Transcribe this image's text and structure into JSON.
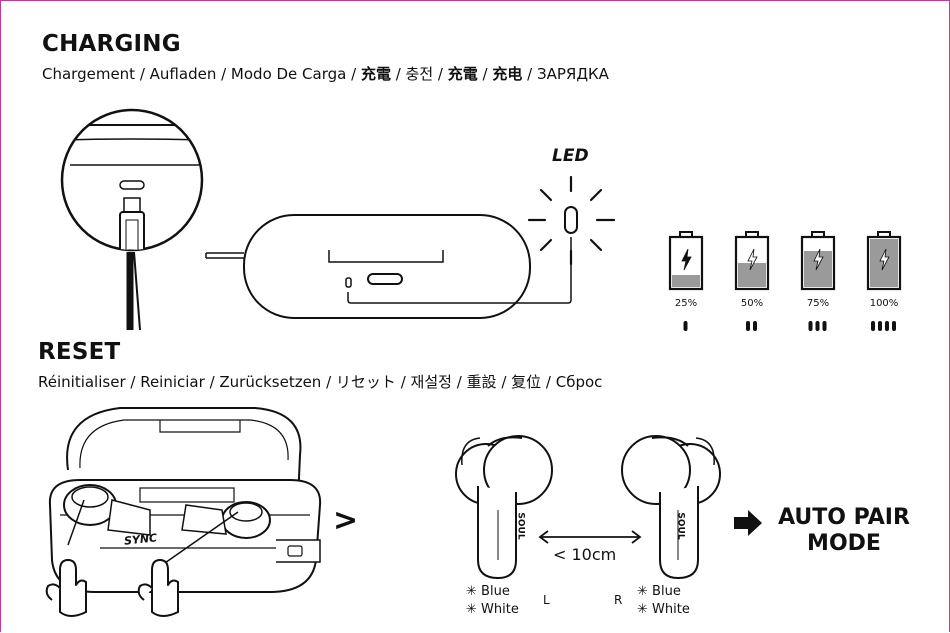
{
  "charging": {
    "title": "CHARGING",
    "languages": [
      "Chargement",
      "Aufladen",
      "Modo De Carga",
      "充電",
      "충전",
      "充電",
      "充电",
      "ЗАРЯДКА"
    ],
    "led_label": "LED",
    "battery_levels": [
      {
        "label": "25%",
        "level": 0.25,
        "dots": 1
      },
      {
        "label": "50%",
        "level": 0.5,
        "dots": 2
      },
      {
        "label": "75%",
        "level": 0.75,
        "dots": 3
      },
      {
        "label": "100%",
        "level": 1.0,
        "dots": 4
      }
    ]
  },
  "reset": {
    "title": "RESET",
    "languages": [
      "Réinitialiser",
      "Reiniciar",
      "Zurücksetzen",
      "リセット",
      "재설정",
      "重設",
      "复位",
      "Сброс"
    ],
    "case_brand": "SYNC",
    "earbud_brand": "SOUL",
    "distance": "< 10cm",
    "left_label": "L",
    "right_label": "R",
    "led_colors": [
      "Blue",
      "White"
    ],
    "arrow_symbol": ">",
    "result_line1": "AUTO PAIR",
    "result_line2": "MODE"
  },
  "colors": {
    "accent_border": "#c0399a",
    "battery_fill": "#9a9a9a",
    "ink": "#1a1a1a"
  }
}
